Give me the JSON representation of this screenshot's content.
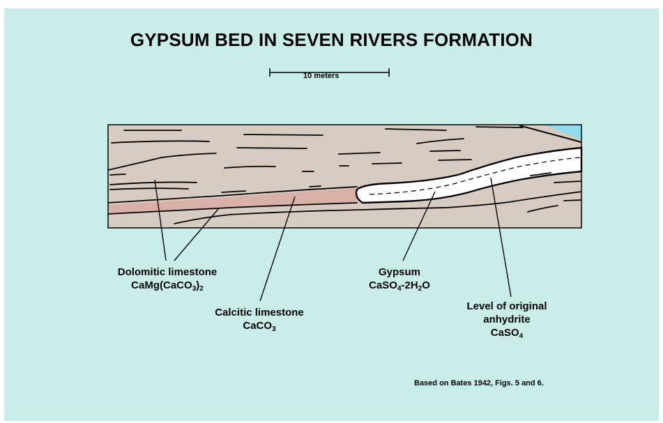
{
  "title": "GYPSUM BED IN SEVEN RIVERS FORMATION",
  "scale_bar": {
    "label": "10 meters"
  },
  "labels": {
    "dolomitic": {
      "name": "Dolomitic limestone",
      "formula_main": "CaMg(CaCO",
      "formula_sub1": "3",
      "formula_close": ")",
      "formula_sub2": "2"
    },
    "calcitic": {
      "name": "Calcitic limestone",
      "formula_main": "CaCO",
      "formula_sub": "3"
    },
    "gypsum": {
      "name": "Gypsum",
      "formula_a": "CaSO",
      "formula_sub_a": "4",
      "formula_b": "-2H",
      "formula_sub_b": "2",
      "formula_c": "O"
    },
    "anhydrite": {
      "line1": "Level of original",
      "line2": "anhydrite",
      "formula_main": "CaSO",
      "formula_sub": "4"
    }
  },
  "credit": "Based on Bates 1942, Figs. 5 and 6.",
  "colors": {
    "background": "#c9eeea",
    "rock": "#d8ccc2",
    "calcitic_band": "#d9b0a8",
    "gypsum": "#ffffff",
    "sky": "#8fdcef",
    "line": "#000000"
  }
}
